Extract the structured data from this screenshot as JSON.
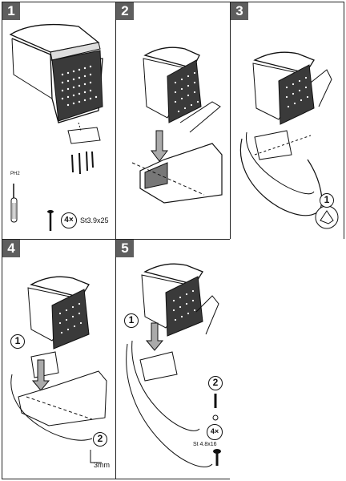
{
  "panels": [
    {
      "number": "1",
      "screw_qty": "4×",
      "screw_spec": "St3.9x25",
      "tool_label": "PH2"
    },
    {
      "number": "2"
    },
    {
      "number": "3",
      "step": "1"
    },
    {
      "number": "4",
      "step1": "1",
      "step2": "2",
      "drill": "3mm"
    },
    {
      "number": "5",
      "step1": "1",
      "step2": "2",
      "screw_qty": "4×",
      "screw_spec": "St 4.8x16"
    }
  ]
}
